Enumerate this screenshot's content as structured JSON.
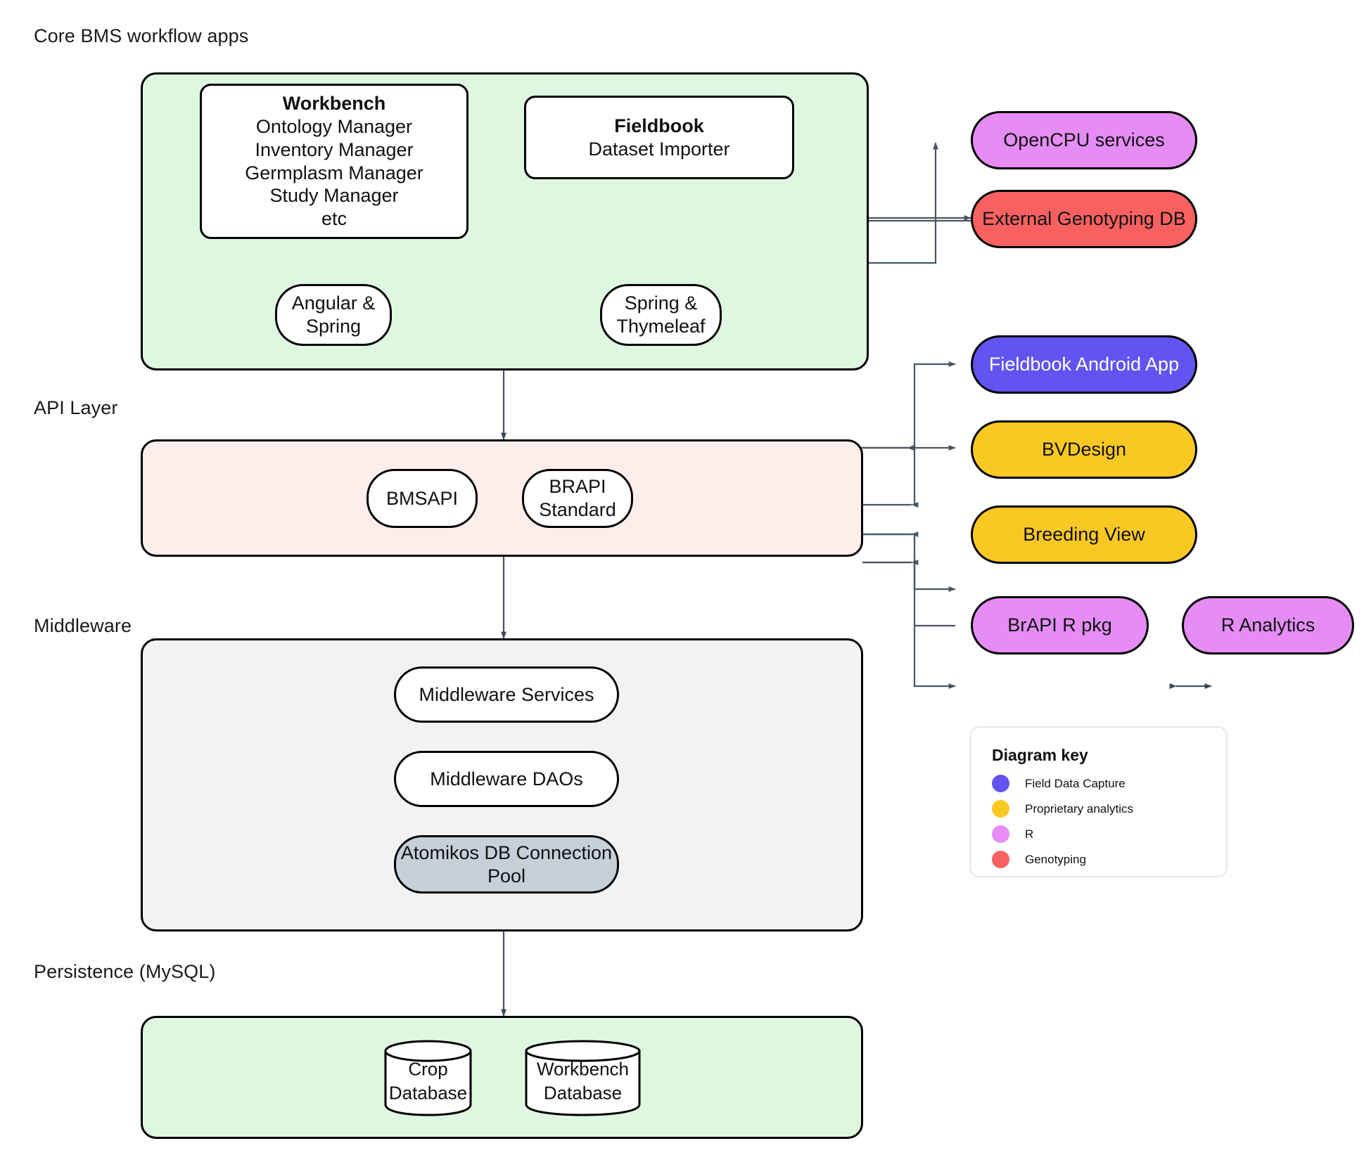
{
  "layers": [
    {
      "id": "core",
      "label": "Core BMS workflow apps"
    },
    {
      "id": "api",
      "label": "API Layer"
    },
    {
      "id": "middleware",
      "label": "Middleware"
    },
    {
      "id": "persistence",
      "label": "Persistence (MySQL)"
    }
  ],
  "colors": {
    "core_container": "#dff7e0",
    "api_container": "#fdeeeb",
    "middleware_container": "#f0f2f4",
    "persistence_container": "#dff7e0",
    "field_data_capture": "#6254f0",
    "proprietary_analytics": "#fac823",
    "r": "#e58cf5",
    "genotyping": "#f96161",
    "connection_pool": "#c7cfd9",
    "stroke": "#000000",
    "wire": "#4a5561"
  },
  "core": {
    "workbench": {
      "title": "Workbench",
      "items": [
        "Ontology Manager",
        "Inventory Manager",
        "Germplasm Manager",
        "Study Manager",
        "etc"
      ]
    },
    "fieldbook": {
      "title": "Fieldbook",
      "subtitle": "Dataset Importer"
    },
    "stacks": [
      {
        "id": "angular-spring",
        "line1": "Angular &",
        "line2": "Spring"
      },
      {
        "id": "spring-thymeleaf",
        "line1": "Spring &",
        "line2": "Thymeleaf"
      }
    ]
  },
  "api": {
    "nodes": [
      {
        "id": "bmsapi",
        "line1": "BMSAPI",
        "line2": ""
      },
      {
        "id": "brapi",
        "line1": "BRAPI",
        "line2": "Standard"
      }
    ]
  },
  "middleware": {
    "nodes": [
      {
        "id": "middleware-services",
        "line1": "Middleware Services",
        "line2": "",
        "fill": "white"
      },
      {
        "id": "middleware-daos",
        "line1": "Middleware DAOs",
        "line2": "",
        "fill": "white"
      },
      {
        "id": "atomikos-pool",
        "line1": "Atomikos DB Connection",
        "line2": "Pool",
        "fill": "grey"
      }
    ]
  },
  "persistence": {
    "databases": [
      {
        "id": "crop-database",
        "line1": "Crop",
        "line2": "Database"
      },
      {
        "id": "workbench-database",
        "line1": "Workbench",
        "line2": "Database"
      }
    ]
  },
  "external": [
    {
      "id": "opencpu-services",
      "label": "OpenCPU services",
      "color": "#e58cf5",
      "text_on_dark": false
    },
    {
      "id": "external-genotyping-db",
      "label": "External Genotyping DB",
      "color": "#f96161",
      "text_on_dark": false
    },
    {
      "id": "fieldbook-android-app",
      "label": "Fieldbook Android App",
      "color": "#6254f0",
      "text_on_dark": true
    },
    {
      "id": "bvdesign",
      "label": "BVDesign",
      "color": "#fac823",
      "text_on_dark": false
    },
    {
      "id": "breeding-view",
      "label": "Breeding View",
      "color": "#fac823",
      "text_on_dark": false
    },
    {
      "id": "brapi-r-pkg",
      "label": "BrAPI R pkg",
      "color": "#e58cf5",
      "text_on_dark": false
    },
    {
      "id": "r-analytics",
      "label": "R Analytics",
      "color": "#e58cf5",
      "text_on_dark": false
    }
  ],
  "legend": {
    "title": "Diagram key",
    "items": [
      {
        "id": "field-data-capture",
        "label": "Field Data Capture",
        "color": "#6254f0"
      },
      {
        "id": "proprietary-analytics",
        "label": "Proprietary analytics",
        "color": "#fac823"
      },
      {
        "id": "r",
        "label": "R",
        "color": "#e58cf5"
      },
      {
        "id": "genotyping",
        "label": "Genotyping",
        "color": "#f96161"
      }
    ]
  }
}
